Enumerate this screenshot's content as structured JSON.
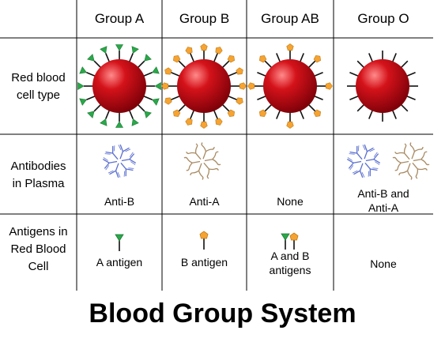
{
  "columns": [
    "Group A",
    "Group B",
    "Group AB",
    "Group O"
  ],
  "rows": [
    {
      "label": [
        "Red blood",
        "cell type"
      ]
    },
    {
      "label": [
        "Antibodies",
        "in Plasma"
      ],
      "values": [
        [
          "Anti-B"
        ],
        [
          "Anti-A"
        ],
        [
          "None"
        ],
        [
          "Anti-B and",
          "Anti-A"
        ]
      ]
    },
    {
      "label": [
        "Antigens in",
        "Red Blood",
        "Cell"
      ],
      "values": [
        [
          "A antigen"
        ],
        [
          "B antigen"
        ],
        [
          "A and B",
          "antigens"
        ],
        [
          "None"
        ]
      ]
    }
  ],
  "title": "Blood Group System",
  "colors": {
    "cell_red": "#d4121a",
    "antigen_a": "#2aa84a",
    "antigen_b": "#f5a332",
    "antibody_b": "#5a6fd0",
    "antibody_a": "#a88a62",
    "grid": "#000000"
  },
  "cell_antigens": [
    "triangle",
    "pentagon",
    "triangle+pentagon",
    "none"
  ]
}
